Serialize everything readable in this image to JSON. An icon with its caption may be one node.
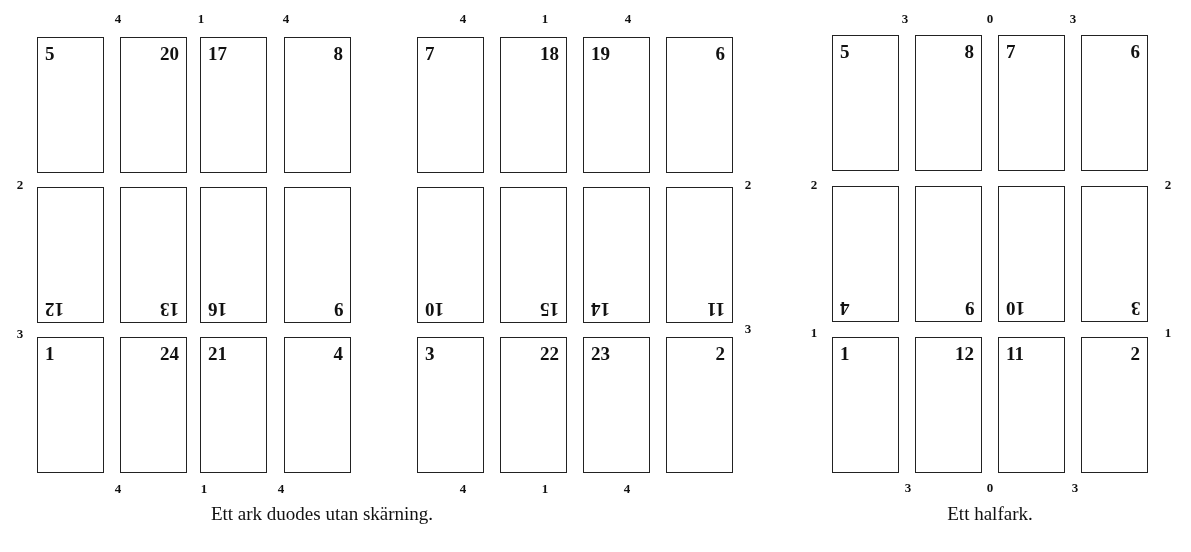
{
  "diagram": {
    "nodes": [
      {
        "text": [
          "5"
        ]
      },
      {
        "text": [
          "20"
        ]
      },
      {
        "text": [
          "17"
        ]
      },
      {
        "text": [
          "8"
        ]
      },
      {
        "text": [
          "12"
        ]
      },
      {
        "text": [
          "13"
        ]
      },
      {
        "text": [
          "16"
        ]
      },
      {
        "text": [
          "9"
        ]
      },
      {
        "text": [
          "1"
        ]
      },
      {
        "text": [
          "24"
        ]
      },
      {
        "text": [
          "21"
        ]
      },
      {
        "text": [
          "4"
        ]
      },
      {
        "text": [
          "7"
        ]
      },
      {
        "text": [
          "18"
        ]
      },
      {
        "text": [
          "19"
        ]
      },
      {
        "text": [
          "6"
        ]
      },
      {
        "text": [
          "10"
        ]
      },
      {
        "text": [
          "15"
        ]
      },
      {
        "text": [
          "14"
        ]
      },
      {
        "text": [
          "11"
        ]
      },
      {
        "text": [
          "3"
        ]
      },
      {
        "text": [
          "22"
        ]
      },
      {
        "text": [
          "23"
        ]
      },
      {
        "text": [
          "2"
        ]
      },
      {
        "text": [
          "5"
        ]
      },
      {
        "text": [
          "8"
        ]
      },
      {
        "text": [
          "7"
        ]
      },
      {
        "text": [
          "6"
        ]
      },
      {
        "text": [
          "4"
        ]
      },
      {
        "text": [
          "9"
        ]
      },
      {
        "text": [
          "10"
        ]
      },
      {
        "text": [
          "3"
        ]
      },
      {
        "text": [
          "1"
        ]
      },
      {
        "text": [
          "12"
        ]
      },
      {
        "text": [
          "11"
        ]
      },
      {
        "text": [
          "2"
        ]
      }
    ],
    "labels": [
      "4",
      "1",
      "4",
      "4",
      "1",
      "4",
      "3",
      "0",
      "3",
      "2",
      "2",
      "2",
      "2",
      "3",
      "3",
      "1",
      "1",
      "4",
      "1",
      "4",
      "4",
      "1",
      "4",
      "3",
      "0",
      "3",
      "Ett ark duodes utan skärning.",
      "Ett halfark."
    ]
  }
}
